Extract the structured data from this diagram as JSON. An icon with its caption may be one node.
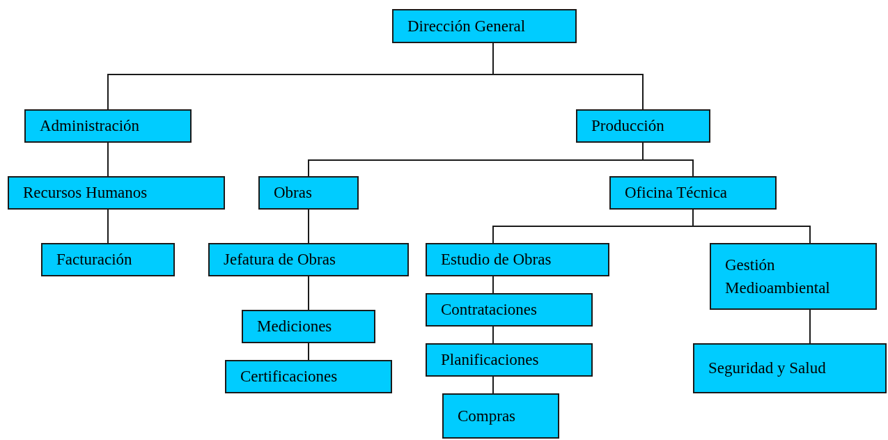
{
  "diagram": {
    "nodes": [
      {
        "text": [
          "Dirección General"
        ]
      },
      {
        "text": [
          "Administración"
        ]
      },
      {
        "text": [
          "Producción"
        ]
      },
      {
        "text": [
          "Recursos Humanos"
        ]
      },
      {
        "text": [
          "Obras"
        ]
      },
      {
        "text": [
          "Oficina Técnica"
        ]
      },
      {
        "text": [
          "Facturación"
        ]
      },
      {
        "text": [
          "Jefatura de Obras"
        ]
      },
      {
        "text": [
          "Estudio de Obras"
        ]
      },
      {
        "text": [
          "Gestión Medioambiental"
        ]
      },
      {
        "text": [
          "Mediciones"
        ]
      },
      {
        "text": [
          "Contrataciones"
        ]
      },
      {
        "text": [
          "Certificaciones"
        ]
      },
      {
        "text": [
          "Planificaciones"
        ]
      },
      {
        "text": [
          "Seguridad y Salud"
        ]
      },
      {
        "text": [
          "Compras"
        ]
      }
    ],
    "edges": [
      {
        "from": 0,
        "to": 1,
        "arrow": "none"
      },
      {
        "from": 0,
        "to": 2,
        "arrow": "none"
      },
      {
        "from": 1,
        "to": 3,
        "arrow": "none"
      },
      {
        "from": 3,
        "to": 6,
        "arrow": "none"
      },
      {
        "from": 2,
        "to": 4,
        "arrow": "none"
      },
      {
        "from": 2,
        "to": 5,
        "arrow": "none"
      },
      {
        "from": 4,
        "to": 7,
        "arrow": "none"
      },
      {
        "from": 7,
        "to": 10,
        "arrow": "none"
      },
      {
        "from": 10,
        "to": 12,
        "arrow": "none"
      },
      {
        "from": 5,
        "to": 8,
        "arrow": "none"
      },
      {
        "from": 5,
        "to": 9,
        "arrow": "none"
      },
      {
        "from": 8,
        "to": 11,
        "arrow": "none"
      },
      {
        "from": 11,
        "to": 13,
        "arrow": "none"
      },
      {
        "from": 13,
        "to": 15,
        "arrow": "none"
      },
      {
        "from": 9,
        "to": 14,
        "arrow": "none"
      }
    ]
  }
}
